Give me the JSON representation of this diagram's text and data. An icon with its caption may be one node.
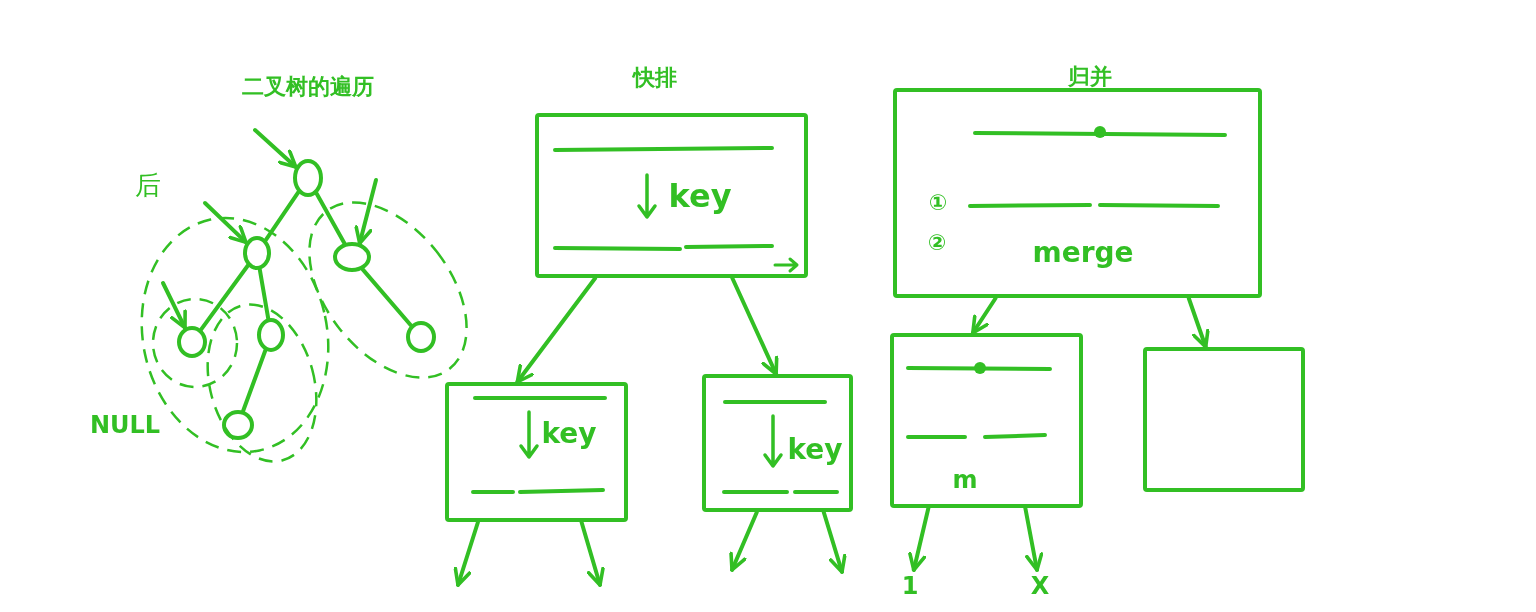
{
  "diagram": {
    "nodes": [
      {
        "text": [],
        "shape": "circle"
      },
      {
        "text": [],
        "shape": "circle"
      },
      {
        "text": [],
        "shape": "circle"
      },
      {
        "text": [],
        "shape": "circle"
      },
      {
        "text": [],
        "shape": "circle"
      },
      {
        "text": [],
        "shape": "circle"
      },
      {
        "text": [],
        "shape": "circle"
      },
      {
        "text": [
          "key"
        ]
      },
      {
        "text": [
          "key"
        ]
      },
      {
        "text": [
          "key"
        ]
      },
      {
        "text": [
          "①",
          "②",
          "merge"
        ]
      },
      {
        "text": [
          "m"
        ]
      },
      {
        "text": [],
        "shape": "box"
      },
      {
        "text": [
          "1"
        ]
      },
      {
        "text": [
          "X"
        ]
      }
    ],
    "edges": [
      {
        "from": 0,
        "to": 1,
        "arrow": "none"
      },
      {
        "from": 0,
        "to": 2,
        "arrow": "none"
      },
      {
        "from": 1,
        "to": 3,
        "arrow": "none"
      },
      {
        "from": 1,
        "to": 4,
        "arrow": "none"
      },
      {
        "from": 2,
        "to": 5,
        "arrow": "none"
      },
      {
        "from": 4,
        "to": 6,
        "arrow": "none"
      },
      {
        "from": null,
        "to": 0,
        "arrow": "to"
      },
      {
        "from": null,
        "to": 1,
        "arrow": "to"
      },
      {
        "from": null,
        "to": 3,
        "arrow": "to"
      },
      {
        "from": null,
        "to": 2,
        "arrow": "to"
      },
      {
        "from": 7,
        "to": 8,
        "arrow": "to"
      },
      {
        "from": 7,
        "to": 9,
        "arrow": "to"
      },
      {
        "from": 8,
        "to": null,
        "arrow": "to"
      },
      {
        "from": 8,
        "to": null,
        "arrow": "to"
      },
      {
        "from": 9,
        "to": null,
        "arrow": "to"
      },
      {
        "from": 9,
        "to": null,
        "arrow": "to"
      },
      {
        "from": 10,
        "to": 11,
        "arrow": "to"
      },
      {
        "from": 10,
        "to": 12,
        "arrow": "to"
      },
      {
        "from": 11,
        "to": 13,
        "arrow": "to"
      },
      {
        "from": 11,
        "to": 14,
        "arrow": "to"
      }
    ],
    "labels": [
      "二叉树的遍历",
      "快排",
      "归并",
      "后",
      "NULL"
    ]
  }
}
